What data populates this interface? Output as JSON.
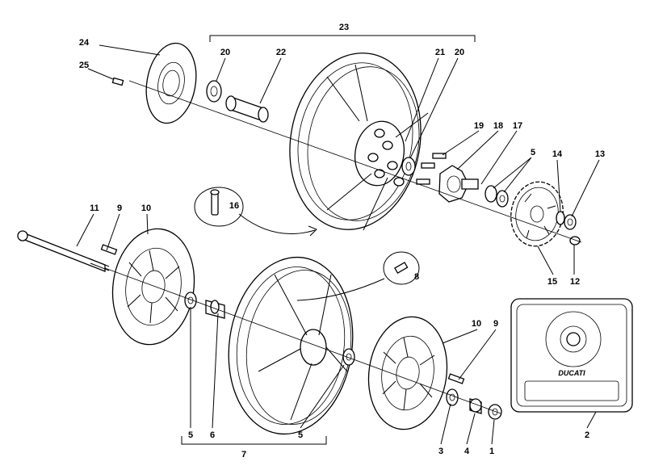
{
  "diagram": {
    "labels": {
      "n1": "1",
      "n2": "2",
      "n3": "3",
      "n4": "4",
      "n5a": "5",
      "n5b": "5",
      "n5c": "5",
      "n6": "6",
      "n7": "7",
      "n8": "8",
      "n9a": "9",
      "n9b": "9",
      "n10a": "10",
      "n10b": "10",
      "n11": "11",
      "n12": "12",
      "n13": "13",
      "n14": "14",
      "n15": "15",
      "n16": "16",
      "n17": "17",
      "n18": "18",
      "n19": "19",
      "n20a": "20",
      "n20b": "20",
      "n21": "21",
      "n22": "22",
      "n23": "23",
      "n24": "24",
      "n25": "25"
    },
    "plate_logo": "DUCATI"
  }
}
